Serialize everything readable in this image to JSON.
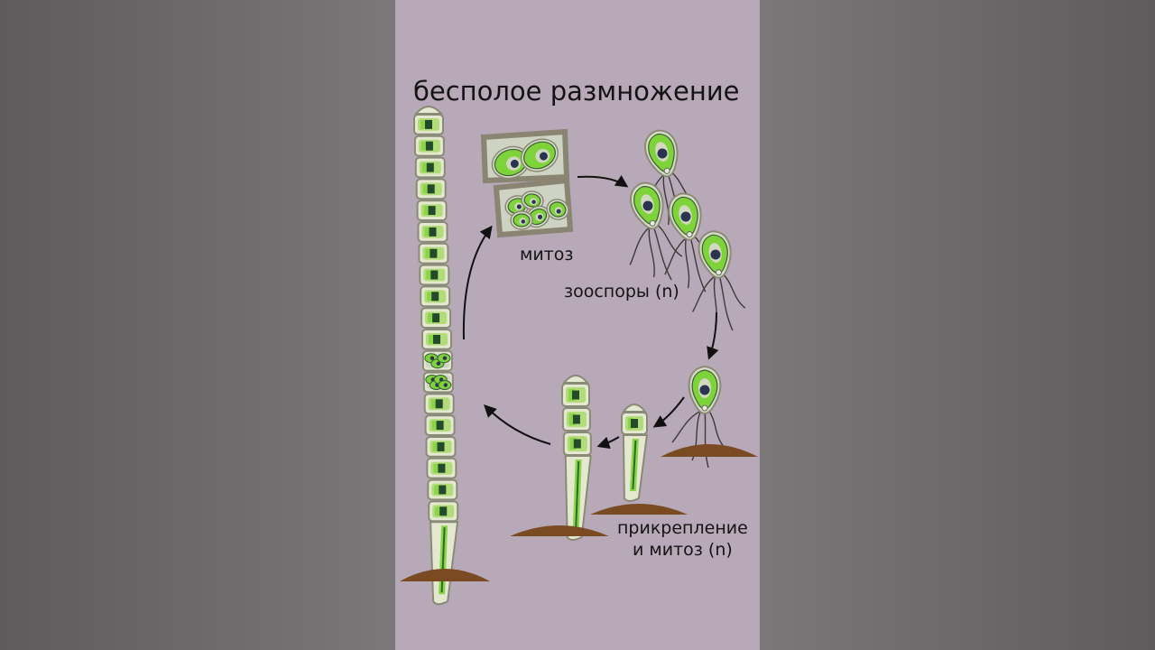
{
  "diagram": {
    "title": "бесполое размножение",
    "label_mitosis": "митоз",
    "label_zoospores": "зооспоры (n)",
    "label_attach_line1": "прикрепление",
    "label_attach_line2": "и митоз (n)",
    "colors": {
      "background": "#b8a9b8",
      "cell_green": "#7fd33a",
      "cell_pale": "#e3e8cf",
      "wall": "#8a8a78",
      "nucleus": "#2a3350",
      "soil": "#7a4a22",
      "arrow": "#111111"
    }
  }
}
